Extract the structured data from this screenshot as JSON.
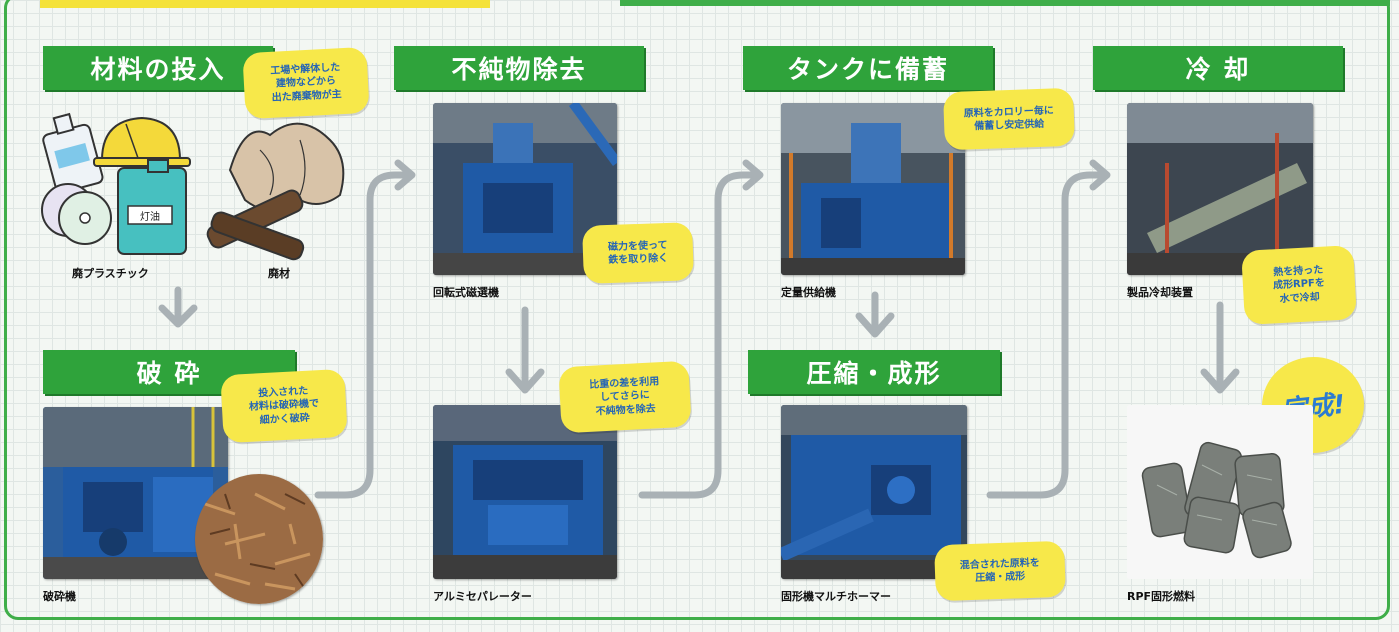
{
  "steps": {
    "input": {
      "title": "材料の投入",
      "bubble": [
        "工場や解体した",
        "建物などから",
        "出た廃棄物が主"
      ],
      "items": {
        "plastic": "廃プラスチック",
        "wood": "廃材"
      },
      "jug_label": "灯油"
    },
    "crush": {
      "title": "破 砕",
      "bubble": [
        "投入された",
        "材料は破砕機で",
        "細かく破砕"
      ],
      "caption": "破砕機"
    },
    "remove": {
      "title": "不純物除去",
      "bubble1": [
        "磁力を使って",
        "鉄を取り除く"
      ],
      "caption1": "回転式磁選機",
      "bubble2": [
        "比重の差を利用",
        "してさらに",
        "不純物を除去"
      ],
      "caption2": "アルミセパレーター"
    },
    "tank": {
      "title": "タンクに備蓄",
      "bubble": [
        "原料をカロリー毎に",
        "備蓄し安定供給"
      ],
      "caption": "定量供給機"
    },
    "compress": {
      "title": "圧縮・成形",
      "bubble": [
        "混合された原料を",
        "圧縮・成形"
      ],
      "caption": "固形機マルチホーマー"
    },
    "cool": {
      "title": "冷 却",
      "bubble": [
        "熱を持った",
        "成形RPFを",
        "水で冷却"
      ],
      "caption": "製品冷却装置"
    },
    "done": {
      "label": "完成!",
      "caption": "RPF固形燃料"
    }
  },
  "colors": {
    "header_green": "#2fa33b",
    "bubble_yellow": "#f7e84a",
    "bubble_text": "#2565b6",
    "arrow_gray": "#a9b1b5",
    "machine_blue": "#1f5aa6"
  }
}
